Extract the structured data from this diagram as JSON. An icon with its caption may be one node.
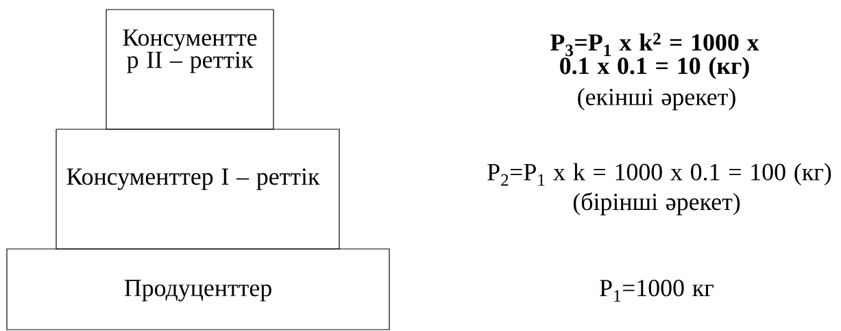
{
  "diagram": {
    "nodes": [
      {
        "text": [
          "Консументте р II – реттік"
        ]
      },
      {
        "text": [
          "Консументтер I – реттік"
        ]
      },
      {
        "text": [
          "Продуценттер"
        ]
      }
    ],
    "labels": [
      "P$_{3}$=P$_{1}$ x k$^{2}$ = 1000 x 0.1 x 0.1 = 10 (кг)",
      "(екінші әрекет)",
      "P$_{2}$=P$_{1}$ x k = 1000 x 0.1 = 100 (кг)",
      "(бірінші әрекет)",
      "P$_{1}$=1000 кг"
    ]
  }
}
